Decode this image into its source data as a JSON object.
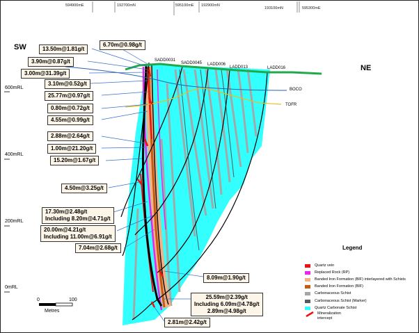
{
  "top_coords": [
    "594900mE",
    "192700mN",
    "595100mE",
    "192900mN",
    "193100mN",
    "595300mE"
  ],
  "direction": {
    "left": "SW",
    "right": "NE"
  },
  "rl_labels": [
    "600mRL",
    "400mRL",
    "200mRL",
    "0mRL"
  ],
  "drillholes": [
    "SADD0031",
    "SADD0045",
    "LADD006",
    "LADD013",
    "LADD016"
  ],
  "layer_labels": {
    "boco": "BOCO",
    "tofr": "TOFR"
  },
  "intercepts": [
    "13.50m@1.81g/t",
    "6.70m@0.98g/t",
    "3.90m@0.87g/t",
    "3.00m@31.39g/t",
    "3.10m@0.52g/t",
    "25.77m@0.97g/t",
    "0.80m@0.72g/t",
    "4.55m@0.99g/t",
    "2.88m@2.64g/t",
    "1.00m@21.20g/t",
    "15.20m@1.67g/t",
    "4.50m@3.25g/t",
    "17.30m@2.48g/t\nIncluding 8.20m@4.71g/t",
    "20.00m@4.21g/t\nIncluding 11.00m@6.91g/t",
    "7.04m@2.68g/t",
    "8.09m@1.90g/t",
    "25.59m@2.39g/t\nIncluding 6.09m@4.78g/t\n2.89m@4.98g/t",
    "2.81m@2.42g/t"
  ],
  "scale": {
    "zero": "0",
    "hundred": "100",
    "unit": "Metres"
  },
  "legend": {
    "title": "Legend",
    "items": [
      {
        "label": "Quartz vein",
        "color": "#ee1111"
      },
      {
        "label": "Replaced Rock (RP)",
        "color": "#ee22ee"
      },
      {
        "label": "Banded Iron Formation (BIF) interlayered with Schists",
        "color": "#f4b183"
      },
      {
        "label": "Banded Iron Formation (BIF)",
        "color": "#c55a11"
      },
      {
        "label": "Carbonaceous Schist",
        "color": "#a6a6a6"
      },
      {
        "label": "Carbonaceous Schist (Marker)",
        "color": "#595959"
      },
      {
        "label": "Quartz Carbonate Schist",
        "color": "#33ffff"
      },
      {
        "label": "Mineralization\nintercept",
        "color": "#ee1111"
      }
    ]
  },
  "colors": {
    "qcs": "#33ffff",
    "topo": "#1faa4a",
    "boco": "#2a62b0",
    "tofr": "#e8c020"
  }
}
